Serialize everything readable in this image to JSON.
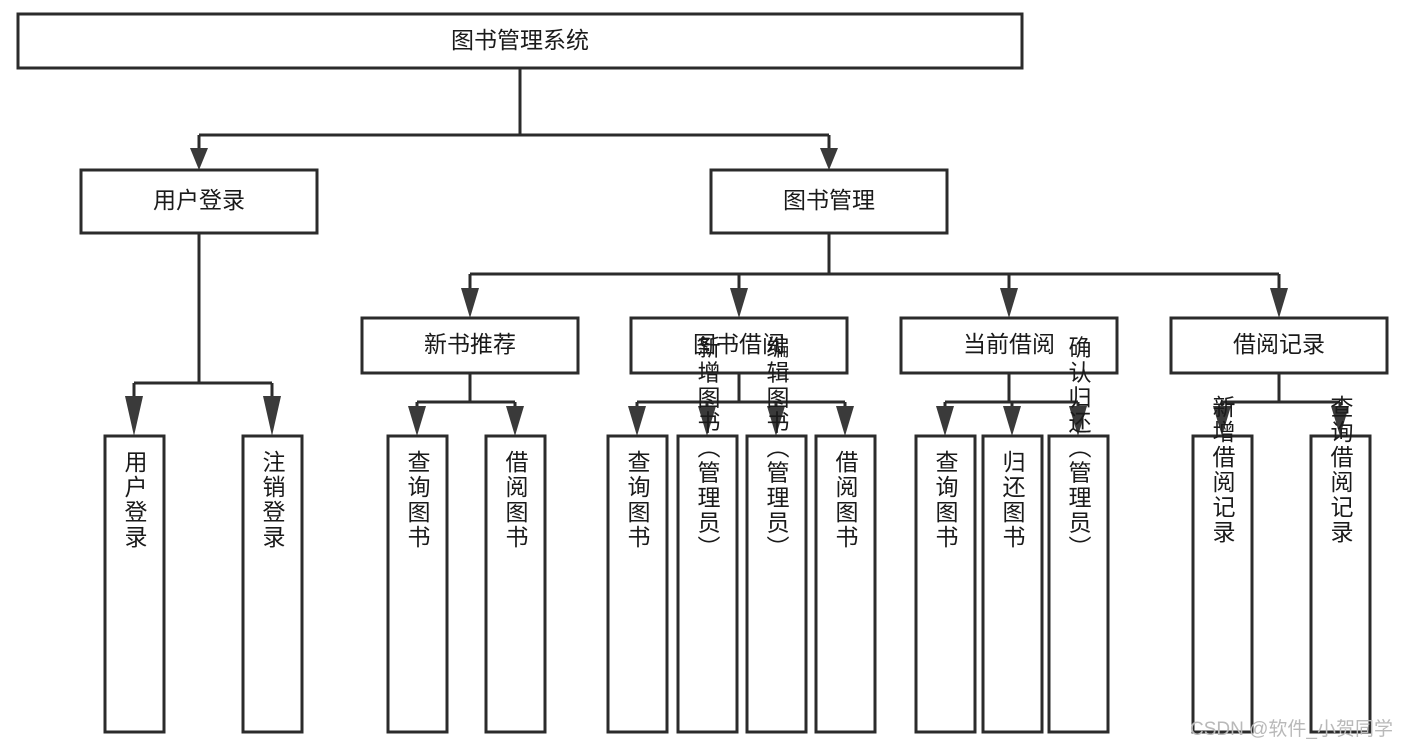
{
  "diagram": {
    "type": "tree",
    "title": "图书管理系统",
    "orientation": "top-down",
    "colors": {
      "box_stroke": "#2b2b2b",
      "box_fill": "#ffffff",
      "connector": "#2b2b2b",
      "arrow": "#3a3a3a",
      "text": "#1a1a1a",
      "watermark": "#b9b9b9",
      "background": "#ffffff"
    },
    "root": {
      "label": "图书管理系统"
    },
    "level2": [
      {
        "label": "用户登录"
      },
      {
        "label": "图书管理"
      }
    ],
    "level3": [
      {
        "label": "新书推荐"
      },
      {
        "label": "图书借阅"
      },
      {
        "label": "当前借阅"
      },
      {
        "label": "借阅记录"
      }
    ],
    "leaves": {
      "user_login": [
        {
          "label": "用户登录"
        },
        {
          "label": "注销登录"
        }
      ],
      "new_book_recommend": [
        {
          "label": "查询图书"
        },
        {
          "label": "借阅图书"
        }
      ],
      "book_borrow": [
        {
          "label": "查询图书"
        },
        {
          "label": "新增图书（管理员）"
        },
        {
          "label": "编辑图书（管理员）"
        },
        {
          "label": "借阅图书"
        }
      ],
      "current_borrow": [
        {
          "label": "查询图书"
        },
        {
          "label": "归还图书"
        },
        {
          "label": "确认归还（管理员）"
        }
      ],
      "borrow_record": [
        {
          "label": "新增借阅记录"
        },
        {
          "label": "查询借阅记录"
        }
      ]
    },
    "watermark": "CSDN @软件_小贺同学"
  }
}
